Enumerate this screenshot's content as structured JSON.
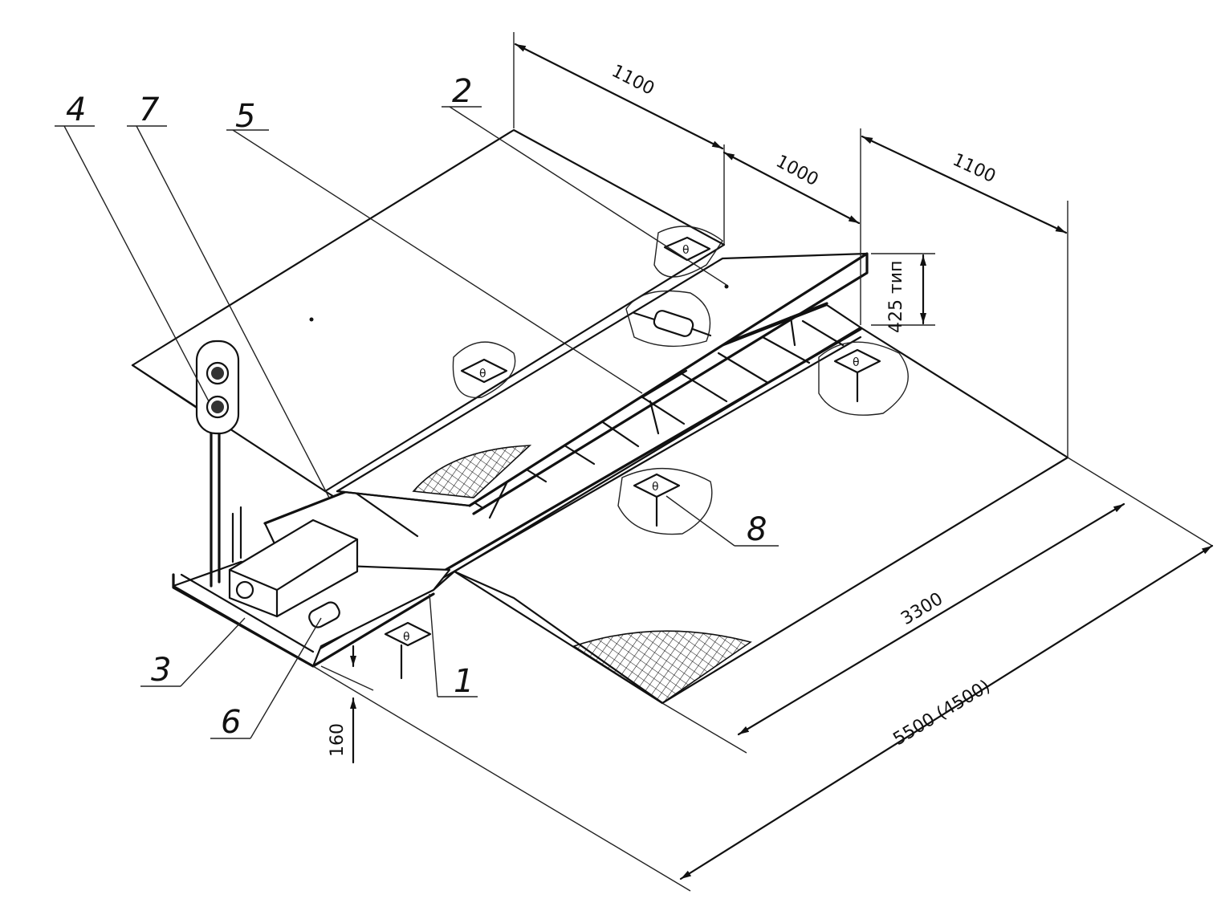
{
  "callouts": {
    "c1": "1",
    "c2": "2",
    "c3": "3",
    "c4": "4",
    "c5": "5",
    "c6": "6",
    "c7": "7",
    "c8": "8"
  },
  "dimensions": {
    "d_top_left": "1100",
    "d_top_mid": "1000",
    "d_top_right": "1100",
    "d_height": "425 тип",
    "d_inner_length": "3300",
    "d_total_length": "5500 (4500)",
    "d_pit_depth": "160"
  },
  "colors": {
    "line": "#111111",
    "background": "#ffffff"
  }
}
